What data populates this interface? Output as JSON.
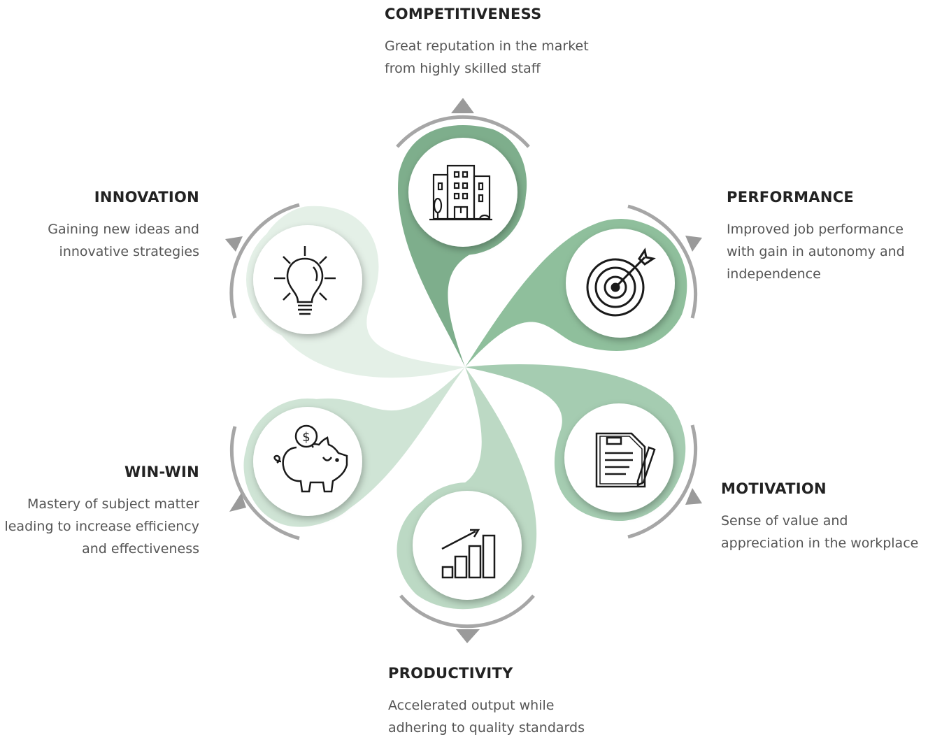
{
  "colors": {
    "competitiveness": "#7fb08e",
    "performance": "#8fbf9c",
    "motivation": "#a3cbaf",
    "productivity": "#b7d6c0",
    "win_win": "#c9e1cf",
    "innovation": "#e1efe4",
    "arc": "#9e9e9e",
    "icon": "#1a1a1a"
  },
  "items": {
    "competitiveness": {
      "title": "COMPETITIVENESS",
      "desc": [
        "Great reputation in the market",
        "from highly skilled staff"
      ],
      "icon": "office-building-icon"
    },
    "performance": {
      "title": "PERFORMANCE",
      "desc": [
        "Improved job performance",
        "with gain in autonomy and",
        "independence"
      ],
      "icon": "target-arrow-icon"
    },
    "motivation": {
      "title": "MOTIVATION",
      "desc": [
        "Sense of value and",
        "appreciation in the workplace"
      ],
      "icon": "document-pen-icon"
    },
    "productivity": {
      "title": "PRODUCTIVITY",
      "desc": [
        "Accelerated output while",
        "adhering to quality standards"
      ],
      "icon": "growth-chart-icon"
    },
    "win_win": {
      "title": "WIN-WIN",
      "desc": [
        "Mastery of subject matter",
        "leading to increase efficiency",
        "and effectiveness"
      ],
      "icon": "piggy-bank-icon"
    },
    "innovation": {
      "title": "INNOVATION",
      "desc": [
        "Gaining new ideas and",
        "innovative strategies"
      ],
      "icon": "light-bulb-icon"
    }
  }
}
